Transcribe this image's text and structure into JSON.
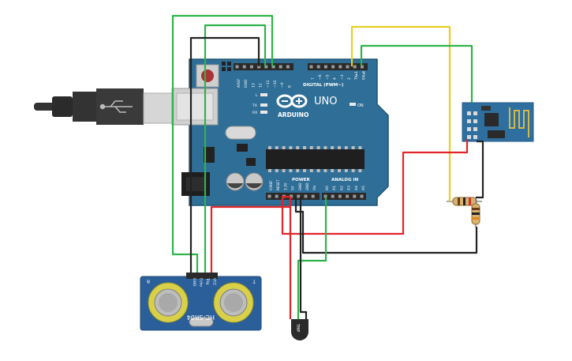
{
  "board": {
    "logo_text": "ARDUINO",
    "model_text": "UNO",
    "digital_label": "DIGITAL (PWM~)",
    "power_label": "POWER",
    "analog_label": "ANALOG IN",
    "on_label": "ON",
    "led_labels": [
      "L",
      "TX",
      "RX"
    ],
    "top_header_left_labels": [
      "AREF",
      "GND",
      "13",
      "12",
      "~11",
      "~10",
      "~9",
      "8"
    ],
    "top_header_right_labels": [
      "7",
      "~6",
      "~5",
      "4",
      "~3",
      "2",
      "TX▸1",
      "RX◂0"
    ],
    "power_pin_labels": [
      "IOREF",
      "RESET",
      "3.3V",
      "5V",
      "GND",
      "GND",
      "Vin"
    ],
    "analog_pin_labels": [
      "A0",
      "A1",
      "A2",
      "A3",
      "A4",
      "A5"
    ]
  },
  "sensor": {
    "name_text": "HC-SR04",
    "pin_labels": [
      "GND",
      "Echo",
      "Trig",
      "VCC"
    ],
    "corner_labels": [
      "R",
      "T"
    ]
  },
  "temp_sensor": {
    "label": "TMP"
  },
  "colors": {
    "board": "#2f6e97",
    "board_edge": "#1f5577",
    "header": "#2a2a2a",
    "sensor_pcb": "#2b5f9a",
    "transducer": "#d9d04a",
    "wifi_pcb": "#2f6fa0",
    "wire_green": "#2fb34a",
    "wire_black": "#222222",
    "wire_red": "#e0262b",
    "wire_yellow": "#e8cf23",
    "usb_plug": "#333333"
  }
}
